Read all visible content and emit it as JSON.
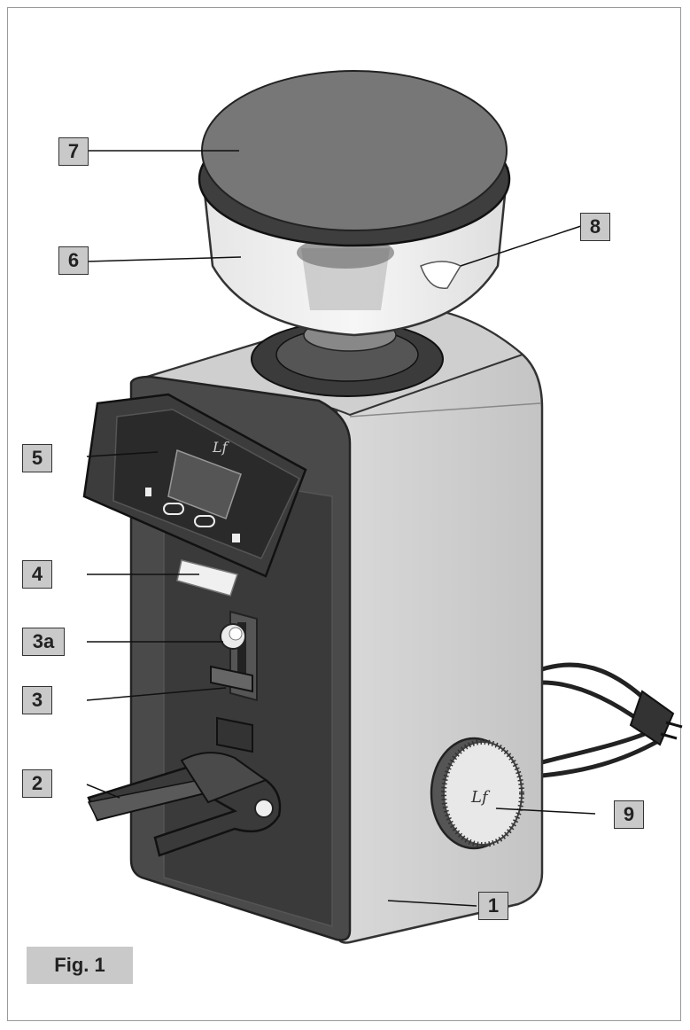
{
  "figure": {
    "caption": "Fig. 1",
    "callouts": [
      {
        "id": "7",
        "label": "7"
      },
      {
        "id": "6",
        "label": "6"
      },
      {
        "id": "8",
        "label": "8"
      },
      {
        "id": "5",
        "label": "5"
      },
      {
        "id": "4",
        "label": "4"
      },
      {
        "id": "3a",
        "label": "3a"
      },
      {
        "id": "3",
        "label": "3"
      },
      {
        "id": "2",
        "label": "2"
      },
      {
        "id": "9",
        "label": "9"
      },
      {
        "id": "1",
        "label": "1"
      }
    ]
  }
}
